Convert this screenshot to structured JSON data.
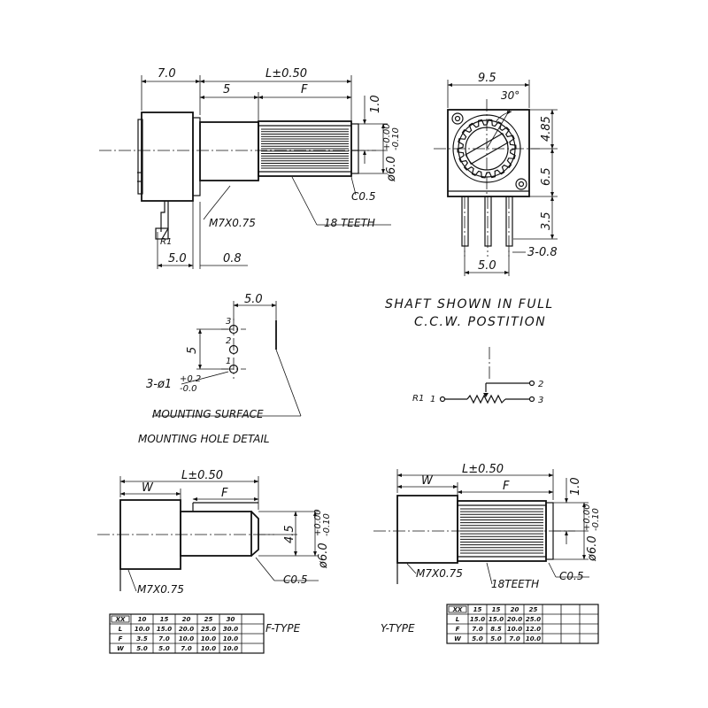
{
  "main_view": {
    "dim_body": "7.0",
    "dim_length": "L±0.50",
    "dim_thread": "5",
    "dim_flat": "F",
    "dim_flat_depth": "1.0",
    "dim_diameter": "ø6.0",
    "dim_diameter_tol_upper": "+0.00",
    "dim_diameter_tol_lower": "-0.10",
    "label_thread": "M7X0.75",
    "label_teeth": "18 TEETH",
    "label_chamfer": "C0.5",
    "label_pin": "R1",
    "dim_pin_offset": "5.0",
    "dim_pin_thickness": "0.8"
  },
  "front_view": {
    "dim_width": "9.5",
    "dim_angle": "30°",
    "dim_upper": "4.85",
    "dim_middle": "6.5",
    "dim_lower": "3.5",
    "dim_pin_pitch": "5.0",
    "label_pins": "3-0.8"
  },
  "notes": {
    "shaft_line1": "SHAFT SHOWN IN FULL",
    "shaft_line2": "C.C.W. POSTITION"
  },
  "mounting": {
    "dim_offset": "5.0",
    "dim_pitch": "5",
    "pin_3": "3",
    "pin_2": "2",
    "pin_1": "1",
    "hole_label": "3-ø1",
    "hole_tol_upper": "+0.2",
    "hole_tol_lower": "-0.0",
    "surface_label": "MOUNTING SURFACE",
    "detail_title": "MOUNTING HOLE DETAIL"
  },
  "schematic": {
    "label_r1": "R1",
    "pin_1": "1",
    "pin_2": "2",
    "pin_3": "3"
  },
  "f_type": {
    "title": "F-TYPE",
    "dim_w": "W",
    "dim_length": "L±0.50",
    "dim_flat": "F",
    "dim_flat_height": "4.5",
    "dim_diameter": "ø6.0",
    "dim_diameter_tol_upper": "+0.00",
    "dim_diameter_tol_lower": "-0.10",
    "label_thread": "M7X0.75",
    "label_chamfer": "C0.5",
    "table": {
      "rows": [
        {
          "key": "XX",
          "values": [
            "10",
            "15",
            "20",
            "25",
            "30"
          ]
        },
        {
          "key": "L",
          "values": [
            "10.0",
            "15.0",
            "20.0",
            "25.0",
            "30.0"
          ]
        },
        {
          "key": "F",
          "values": [
            "3.5",
            "7.0",
            "10.0",
            "10.0",
            "10.0"
          ]
        },
        {
          "key": "W",
          "values": [
            "5.0",
            "5.0",
            "7.0",
            "10.0",
            "10.0"
          ]
        }
      ]
    }
  },
  "y_type": {
    "title": "Y-TYPE",
    "dim_w": "W",
    "dim_length": "L±0.50",
    "dim_flat": "F",
    "dim_flat_depth": "1.0",
    "dim_diameter": "ø6.0",
    "dim_diameter_tol_upper": "+0.00",
    "dim_diameter_tol_lower": "-0.10",
    "label_thread": "M7X0.75",
    "label_teeth": "18TEETH",
    "label_chamfer": "C0.5",
    "table": {
      "rows": [
        {
          "key": "XX",
          "values": [
            "15",
            "15",
            "20",
            "25"
          ]
        },
        {
          "key": "L",
          "values": [
            "15.0",
            "15.0",
            "20.0",
            "25.0"
          ]
        },
        {
          "key": "F",
          "values": [
            "7.0",
            "8.5",
            "10.0",
            "12.0"
          ]
        },
        {
          "key": "W",
          "values": [
            "5.0",
            "5.0",
            "7.0",
            "10.0"
          ]
        }
      ]
    }
  }
}
